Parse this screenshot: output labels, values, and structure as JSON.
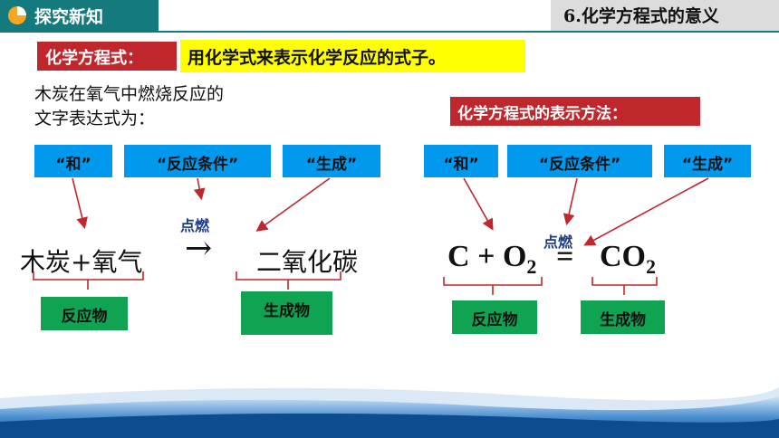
{
  "header": {
    "section_title": "探究新知",
    "lesson_title": "6.化学方程式的意义"
  },
  "definition": {
    "label": "化学方程式：",
    "text": "用化学式来表示化学反应的式子。"
  },
  "word_equation": {
    "intro_line1": "木炭在氧气中燃烧反应的",
    "intro_line2": "文字表达式为：",
    "and_label": "“和”",
    "condition_label": "“反应条件”",
    "product_label": "“生成”",
    "reactants": "木炭+氧气",
    "condition": "点燃",
    "arrow": "→",
    "products": "二氧化碳",
    "reactant_tag": "反应物",
    "product_tag": "生成物"
  },
  "chemical_equation": {
    "method_label": "化学方程式的表示方法：",
    "and_label": "“和”",
    "condition_label": "“反应条件”",
    "product_label": "“生成”",
    "reactant_c": "C",
    "plus": "+",
    "reactant_o": "O",
    "o_sub": "2",
    "condition": "点燃",
    "equals": "=",
    "product_co": "CO",
    "co_sub": "2",
    "reactant_tag": "反应物",
    "product_tag": "生成物"
  },
  "colors": {
    "header_teal": "#147a7e",
    "label_red": "#c0272d",
    "highlight_yellow": "#ffff00",
    "box_blue": "#0099ee",
    "box_green": "#10a352",
    "arrow_red": "#c0272d",
    "condition_blue": "#1d3b8a"
  }
}
